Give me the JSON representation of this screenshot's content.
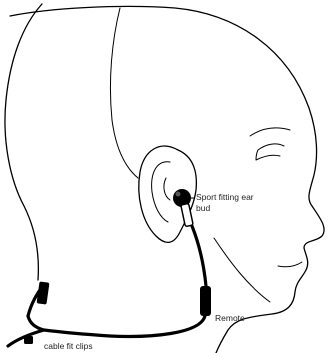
{
  "labels": {
    "earbud_line1": "Sport fitting ear",
    "earbud_line2": "bud",
    "remote": "Remote",
    "cable_clips": "cable fit clips"
  },
  "colors": {
    "ink": "#000000",
    "text": "#231f20"
  }
}
